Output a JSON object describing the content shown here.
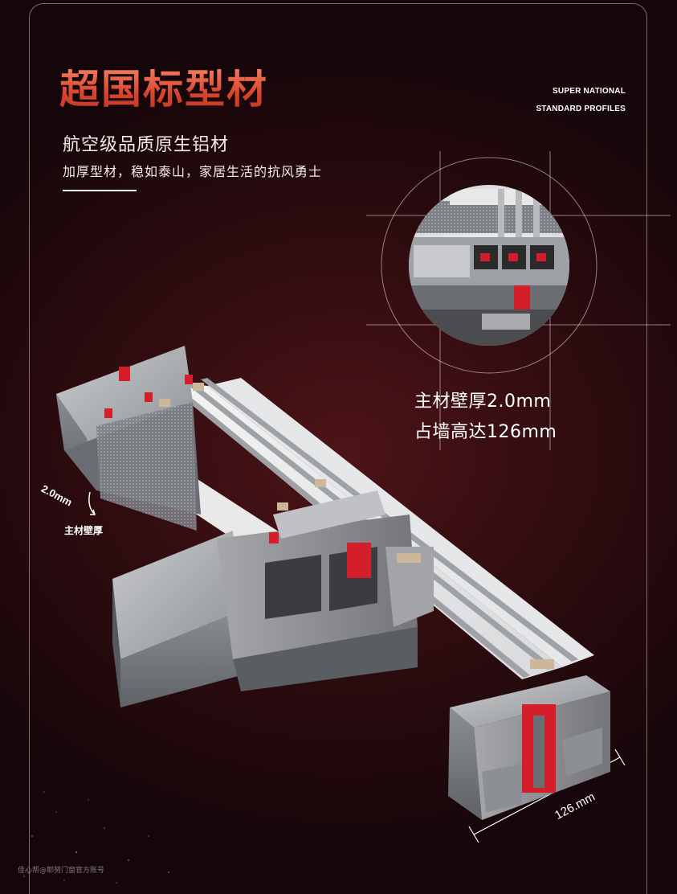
{
  "header": {
    "title": "超国标型材",
    "en_line1": "SUPER NATIONAL",
    "en_line2": "STANDARD PROFILES",
    "subtitle": "航空级品质原生铝材",
    "tagline": "加厚型材，稳如泰山，家居生活的抗风勇士"
  },
  "specs": {
    "wall_thickness": "主材壁厚2.0mm",
    "wall_height": "占墙高达126mm"
  },
  "annotations": {
    "thickness_value": "2.0mm",
    "thickness_label": "主材壁厚",
    "width_value": "126.mm"
  },
  "watermark": "佳心帮@耶努门窗官方账号",
  "colors": {
    "accent": "#e0533b",
    "background": "#2b0b0e",
    "profile": "#9a9ca0",
    "gasket": "#d41f2a"
  }
}
